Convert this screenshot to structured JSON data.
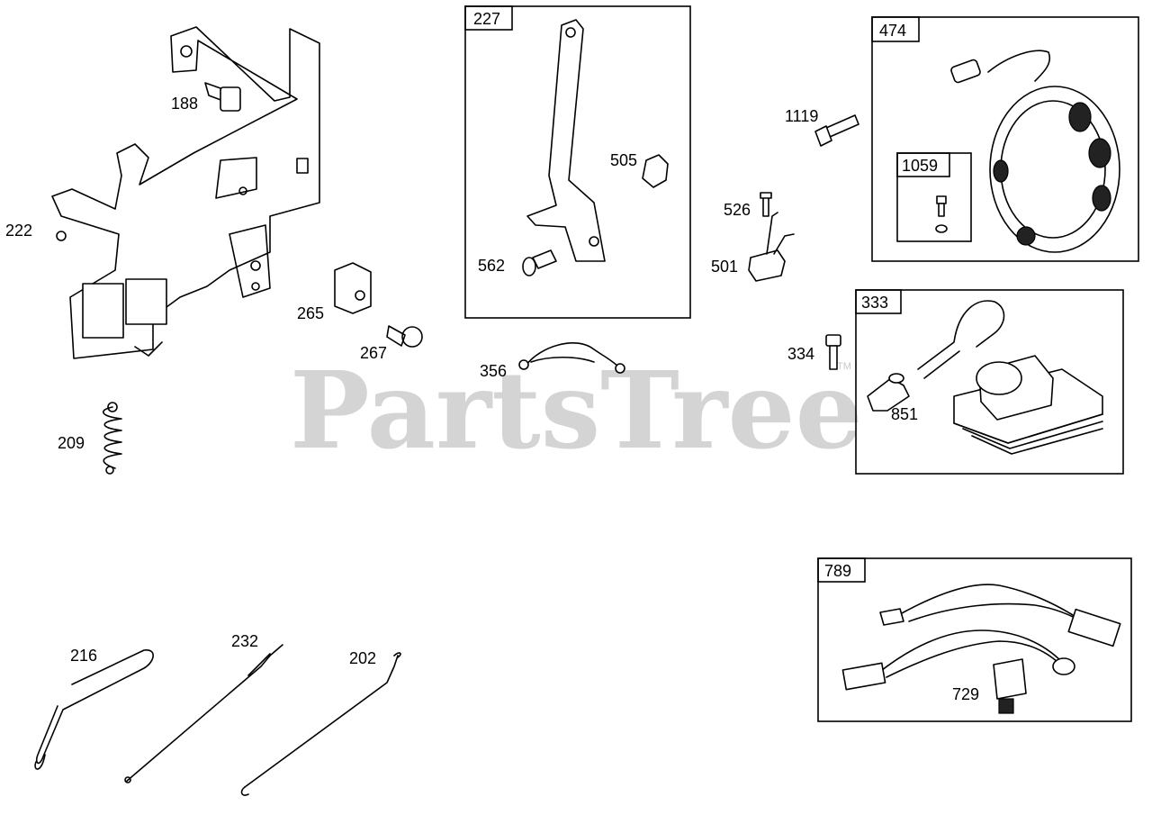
{
  "watermark": {
    "text": "PartsTree",
    "tm": "TM"
  },
  "labels": {
    "p188": "188",
    "p222": "222",
    "p265": "265",
    "p267": "267",
    "p209": "209",
    "p505": "505",
    "p562": "562",
    "p356": "356",
    "p1119": "1119",
    "p526": "526",
    "p501": "501",
    "p334": "334",
    "p851": "851",
    "p216": "216",
    "p232": "232",
    "p202": "202",
    "p729": "729"
  },
  "boxes": {
    "b227": "227",
    "b474": "474",
    "b1059": "1059",
    "b333": "333",
    "b789": "789"
  }
}
